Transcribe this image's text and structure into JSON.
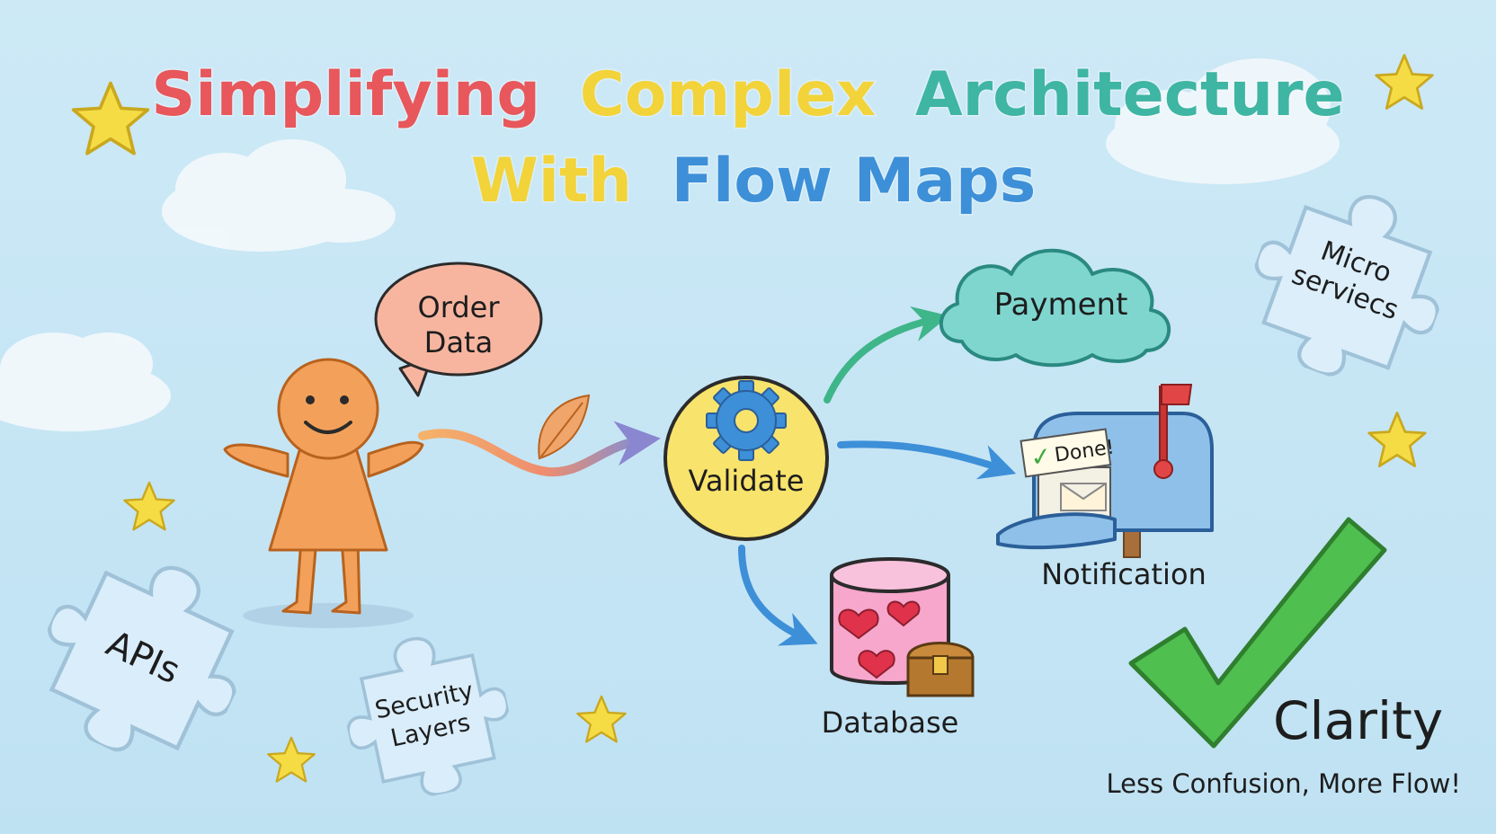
{
  "title": {
    "line1": [
      {
        "text": "Simplifying",
        "color": "#e8575b"
      },
      {
        "text": "Complex",
        "color": "#f2d33a"
      },
      {
        "text": "Architecture",
        "color": "#3fb5a3"
      }
    ],
    "line2": [
      {
        "text": "With",
        "color": "#f2d33a"
      },
      {
        "text": "Flow Maps",
        "color": "#3d8fd8"
      }
    ]
  },
  "user": {
    "bubble_line1": "Order",
    "bubble_line2": "Data"
  },
  "validate": {
    "label": "Validate"
  },
  "payment": {
    "label": "Payment"
  },
  "notification": {
    "label": "Notification",
    "note": "Done!"
  },
  "database": {
    "label": "Database"
  },
  "puzzles": {
    "microservices_line1": "Micro",
    "microservices_line2": "serviecs",
    "apis": "APIs",
    "security_line1": "Security",
    "security_line2": "Layers"
  },
  "clarity": {
    "title": "Clarity",
    "subtitle": "Less Confusion, More Flow!"
  },
  "colors": {
    "sky": "#c9e8f5",
    "figure": "#f3a15a",
    "bubble": "#f7b5a0",
    "validate": "#f8e36c",
    "payment": "#7fd6cf",
    "database": "#f7a6cc",
    "mailbox": "#8fc0ea",
    "check": "#4fbf4f",
    "arrow_blue": "#3d8fd8",
    "arrow_teal": "#3fb58a",
    "star": "#f5dc45",
    "puzzle": "#deeffa"
  }
}
